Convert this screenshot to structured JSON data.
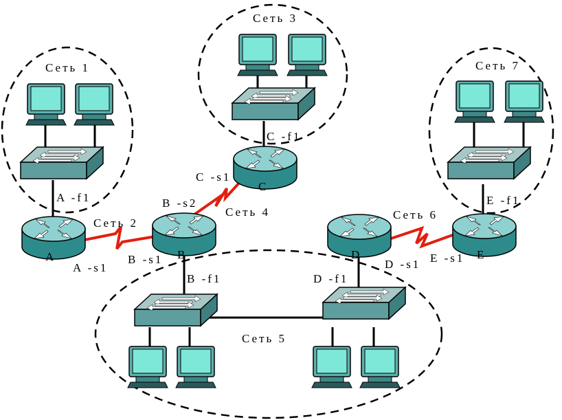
{
  "networks": {
    "net1": "Сеть 1",
    "net2": "Сеть 2",
    "net3": "Сеть 3",
    "net4": "Сеть 4",
    "net5": "Сеть 5",
    "net6": "Сеть 6",
    "net7": "Сеть 7"
  },
  "routers": {
    "a": "A",
    "b": "B",
    "c": "C",
    "d": "D",
    "e": "E"
  },
  "interfaces": {
    "a_f1": "A -f1",
    "a_s1": "A -s1",
    "b_s1": "B -s1",
    "b_s2": "B -s2",
    "b_f1": "B -f1",
    "c_s1": "C -s1",
    "c_f1": "C -f1",
    "d_f1": "D -f1",
    "d_s1": "D -s1",
    "e_s1": "E -s1",
    "e_f1": "E -f1"
  },
  "colors": {
    "device_fill": "#4da6a6",
    "device_top": "#8fd0d0",
    "screen": "#7ee8d8",
    "serial_link": "#e02010"
  },
  "icons": {
    "router": "router-icon",
    "switch": "switch-icon",
    "pc": "pc-icon"
  }
}
